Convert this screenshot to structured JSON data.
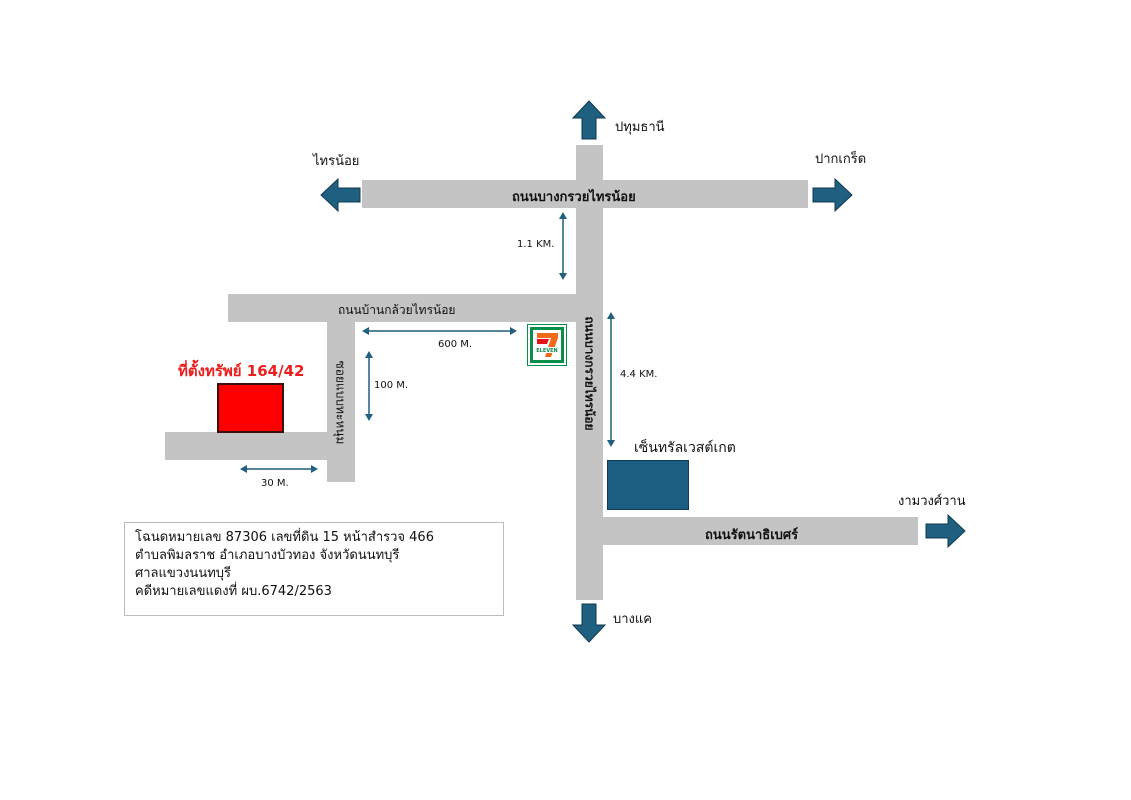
{
  "property": {
    "label": "ที่ตั้งทรัพย์ 164/42",
    "marker_color": "#ff0000"
  },
  "roads": {
    "main_horizontal": "ถนนบางกรวยไทรน้อย",
    "branch_horizontal": "ถนนบ้านกล้วยไทรน้อย",
    "soi_vertical": "ซอยแบบทะหนุม",
    "main_vertical": "ถนนบางกรวยไทรน้อย",
    "lower_horizontal": "ถนนรัตนาธิเบศร์"
  },
  "directions": {
    "north": "ปทุมธานี",
    "west": "ไทรน้อย",
    "east": "ปากเกร็ด",
    "south": "บางแค",
    "southeast": "งามวงศ์วาน"
  },
  "distances": {
    "d1": "1.1 KM.",
    "d2": "600 M.",
    "d3": "100 M.",
    "d4": "4.4 KM.",
    "d5": "30 M."
  },
  "landmarks": {
    "seven_eleven": "ELEVEN",
    "mall": "เซ็นทรัลเวสต์เกต"
  },
  "info": {
    "line1": "โฉนดหมายเลข 87306 เลขที่ดิน 15 หน้าสำรวจ 466",
    "line2": "ตำบลพิมลราช อำเภอบางบัวทอง จังหวัดนนทบุรี",
    "line3": "ศาลแขวงนนทบุรี",
    "line4": "คดีหมายเลขแดงที่ ผบ.6742/2563"
  },
  "colors": {
    "road": "#c4c4c4",
    "arrow": "#1f5f7f",
    "mall": "#1c5d82",
    "seven_green": "#0a8f4a",
    "seven_orange": "#f26b1d"
  }
}
